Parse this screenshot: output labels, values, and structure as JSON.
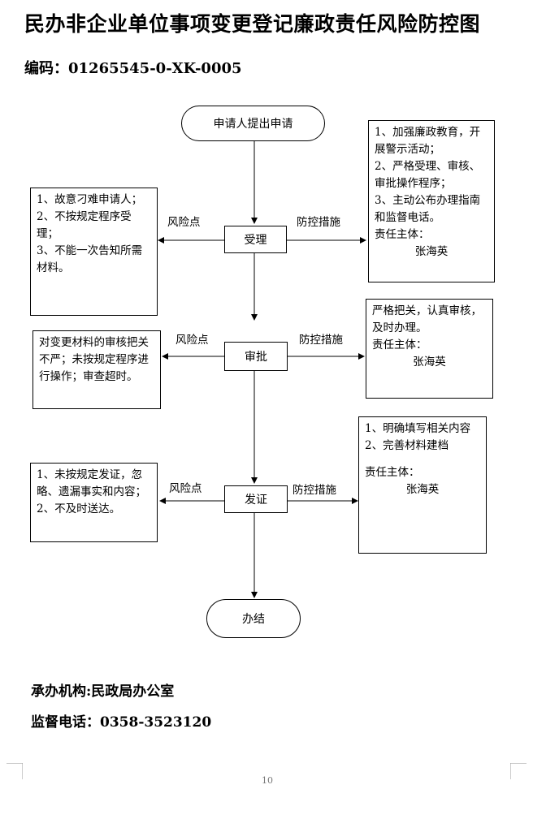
{
  "title": "民办非企业单位事项变更登记廉政责任风险防控图",
  "code": "编码：01265545-0-XK-0005",
  "nodes": {
    "start": "申请人提出申请",
    "accept": "受理",
    "approve": "审批",
    "certify": "发证",
    "end": "办结"
  },
  "labels": {
    "risk": "风险点",
    "measure": "防控措施"
  },
  "risk_boxes": {
    "accept": [
      "1、故意刁难申请人；",
      "2、不按规定程序受理；",
      "3、不能一次告知所需材料。"
    ],
    "approve": [
      "对变更材料的审核把关不严；未按规定程序进行操作；审查超时。"
    ],
    "certify": [
      "1、未按规定发证，忽略、遗漏事实和内容；",
      "2、不及时送达。"
    ]
  },
  "measure_boxes": {
    "accept": {
      "lines": [
        "1、加强廉政教育，开展警示活动；",
        "2、严格受理、审核、审批操作程序；",
        "3、主动公布办理指南和监督电话。",
        "责任主体："
      ],
      "person": "张海英"
    },
    "approve": {
      "lines": [
        "严格把关，认真审核，及时办理。",
        "责任主体："
      ],
      "person": "张海英"
    },
    "certify": {
      "lines": [
        "1、明确填写相关内容",
        "2、完善材料建档"
      ],
      "resp": "责任主体：",
      "person": "张海英"
    }
  },
  "footer": {
    "agency": "承办机构:民政局办公室",
    "phone": "监督电话：0358-3523120"
  },
  "page_number": "10"
}
